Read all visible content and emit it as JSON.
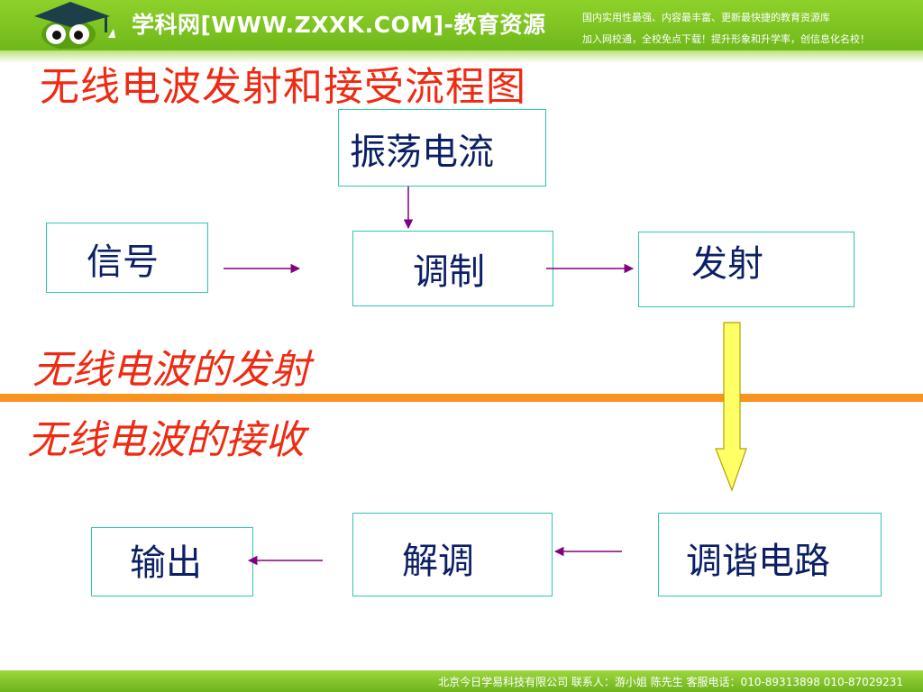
{
  "header": {
    "site_name": "学科网[WWW.ZXXK.COM]-教育资源",
    "tagline_1": "国内实用性最强、内容最丰富、更新最快捷的教育资源库",
    "tagline_2": "加入网校通，全校免点下载！提升形象和升学率，创信息化名校！"
  },
  "title": "无线电波发射和接受流程图",
  "sections": {
    "transmit": "无线电波的发射",
    "receive": "无线电波的接收"
  },
  "boxes": {
    "oscillating_current": "振荡电流",
    "signal": "信号",
    "modulation": "调制",
    "transmit": "发射",
    "output": "输出",
    "demodulation": "解调",
    "tuning_circuit": "调谐电路"
  },
  "footer": {
    "text": "北京今日学易科技有限公司 联系人：游小姐 陈先生 客服电话：010-89313898 010-87029231"
  },
  "colors": {
    "title": "#f02a12",
    "box_text": "#0b1f66",
    "box_border": "#2ec7b0",
    "arrow": "#800080",
    "divider": "#f7941d",
    "banner": "#7cc31f",
    "big_arrow_fill": "#ffff66"
  }
}
